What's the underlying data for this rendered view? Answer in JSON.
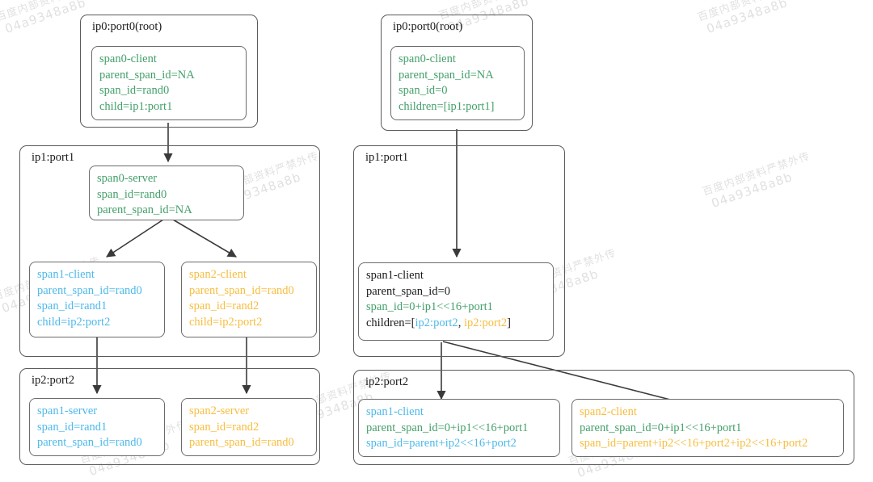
{
  "watermark": {
    "line1": "百度内部资料严禁外传",
    "line2": "04a9348a8b"
  },
  "diagram": {
    "type": "diagram",
    "kind": "distributed-tracing-span-id-propagation",
    "left": {
      "hosts": [
        {
          "id": "L-host0",
          "label": "ip0:port0(root)"
        },
        {
          "id": "L-host1",
          "label": "ip1:port1"
        },
        {
          "id": "L-host2",
          "label": "ip2:port2"
        }
      ],
      "spans": [
        {
          "id": "L-span0-client",
          "host": "L-host0",
          "lines": [
            {
              "text": "span0-client",
              "color": "green"
            },
            {
              "text": "parent_span_id=NA",
              "color": "green"
            },
            {
              "text": "span_id=rand0",
              "color": "green"
            },
            {
              "text": "child=ip1:port1",
              "color": "green"
            }
          ]
        },
        {
          "id": "L-span0-server",
          "host": "L-host1",
          "lines": [
            {
              "text": "span0-server",
              "color": "green"
            },
            {
              "text": "span_id=rand0",
              "color": "green"
            },
            {
              "text": "parent_span_id=NA",
              "color": "green"
            }
          ]
        },
        {
          "id": "L-span1-client",
          "host": "L-host1",
          "lines": [
            {
              "text": "span1-client",
              "color": "blue"
            },
            {
              "text": "parent_span_id=rand0",
              "color": "blue"
            },
            {
              "text": "span_id=rand1",
              "color": "blue"
            },
            {
              "text": "child=ip2:port2",
              "color": "blue"
            }
          ]
        },
        {
          "id": "L-span2-client",
          "host": "L-host1",
          "lines": [
            {
              "text": "span2-client",
              "color": "orange"
            },
            {
              "text": "parent_span_id=rand0",
              "color": "orange"
            },
            {
              "text": "span_id=rand2",
              "color": "orange"
            },
            {
              "text": "child=ip2:port2",
              "color": "orange"
            }
          ]
        },
        {
          "id": "L-span1-server",
          "host": "L-host2",
          "lines": [
            {
              "text": "span1-server",
              "color": "blue"
            },
            {
              "text": "span_id=rand1",
              "color": "blue"
            },
            {
              "text": "parent_span_id=rand0",
              "color": "blue"
            }
          ]
        },
        {
          "id": "L-span2-server",
          "host": "L-host2",
          "lines": [
            {
              "text": "span2-server",
              "color": "orange"
            },
            {
              "text": "span_id=rand2",
              "color": "orange"
            },
            {
              "text": "parent_span_id=rand0",
              "color": "orange"
            }
          ]
        }
      ],
      "edges": [
        {
          "from": "L-span0-client",
          "to": "L-span0-server"
        },
        {
          "from": "L-span0-server",
          "to": "L-span1-client"
        },
        {
          "from": "L-span0-server",
          "to": "L-span2-client"
        },
        {
          "from": "L-span1-client",
          "to": "L-span1-server"
        },
        {
          "from": "L-span2-client",
          "to": "L-span2-server"
        }
      ]
    },
    "right": {
      "hosts": [
        {
          "id": "R-host0",
          "label": "ip0:port0(root)"
        },
        {
          "id": "R-host1",
          "label": "ip1:port1"
        },
        {
          "id": "R-host2",
          "label": "ip2:port2"
        }
      ],
      "spans": [
        {
          "id": "R-span0-client",
          "host": "R-host0",
          "lines": [
            {
              "text": "span0-client",
              "color": "green"
            },
            {
              "text": "parent_span_id=NA",
              "color": "green"
            },
            {
              "text": "span_id=0",
              "color": "green"
            },
            {
              "text": "children=[ip1:port1]",
              "color": "green"
            }
          ]
        },
        {
          "id": "R-span1-client",
          "host": "R-host1",
          "lines": [
            {
              "text": "span1-client",
              "color": "black"
            },
            {
              "text": "parent_span_id=0",
              "color": "black"
            },
            {
              "text": "span_id=0+ip1<<16+port1",
              "color": "green"
            },
            {
              "color": "black",
              "rich": [
                {
                  "text": "children=[",
                  "color": "black"
                },
                {
                  "text": "ip2:port2",
                  "color": "blue"
                },
                {
                  "text": ", ",
                  "color": "black"
                },
                {
                  "text": "ip2:port2",
                  "color": "orange"
                },
                {
                  "text": "]",
                  "color": "black"
                }
              ]
            }
          ]
        },
        {
          "id": "R-span1-child",
          "host": "R-host2",
          "lines": [
            {
              "text": "span1-client",
              "color": "blue"
            },
            {
              "text": "parent_span_id=0+ip1<<16+port1",
              "color": "green"
            },
            {
              "text": "span_id=parent+ip2<<16+port2",
              "color": "blue"
            }
          ]
        },
        {
          "id": "R-span2-child",
          "host": "R-host2",
          "lines": [
            {
              "text": "span2-client",
              "color": "orange"
            },
            {
              "text": "parent_span_id=0+ip1<<16+port1",
              "color": "green"
            },
            {
              "text": "span_id=parent+ip2<<16+port2+ip2<<16+port2",
              "color": "orange"
            }
          ]
        }
      ],
      "edges": [
        {
          "from": "R-span0-client",
          "to": "R-span1-client"
        },
        {
          "from": "R-span1-client",
          "to": "R-span1-child"
        },
        {
          "from": "R-span1-client",
          "to": "R-span2-child"
        }
      ]
    }
  },
  "colors": {
    "green": "#44a06a",
    "blue": "#4db9ea",
    "orange": "#f7bd3f",
    "black": "#1a1a1a",
    "box_border": "#6b6b6b",
    "host_border": "#5a5a5a",
    "arrow": "#3a3a3a",
    "background": "#ffffff"
  }
}
